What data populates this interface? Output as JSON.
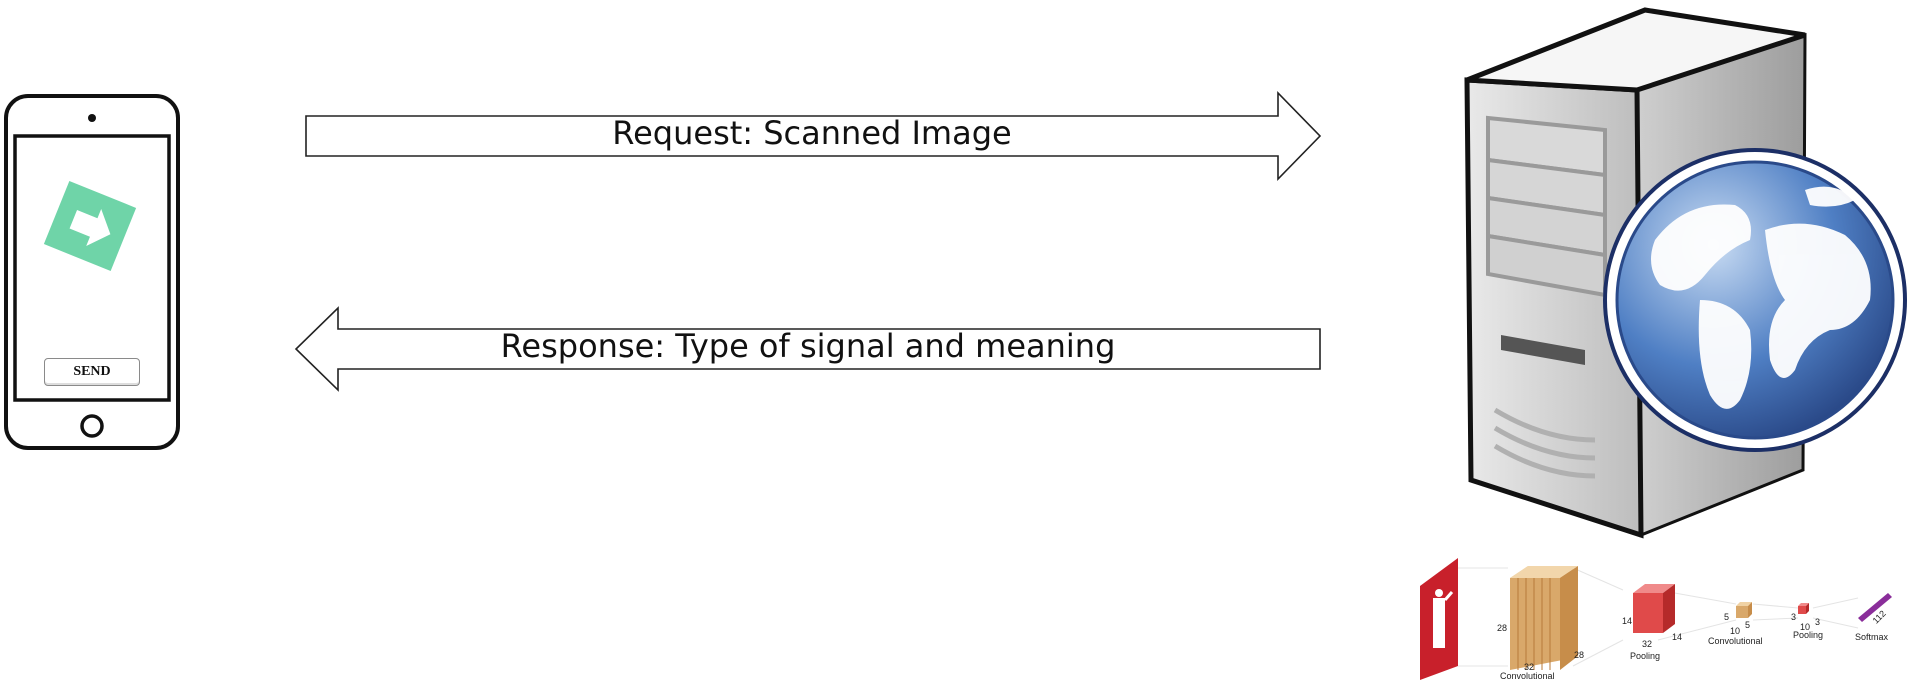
{
  "phone": {
    "send_label": "SEND",
    "icon": "exit-sign-arrow-icon",
    "icon_color": "#5fcf9f"
  },
  "arrows": {
    "request_label": "Request: Scanned Image",
    "response_label": "Response: Type of signal and meaning"
  },
  "server": {
    "icon": "web-server-globe-icon",
    "globe_color": "#3f6fb5"
  },
  "cnn": {
    "input_icon": "fire-extinguisher-sign-icon",
    "layers": [
      {
        "name": "Convolutional",
        "dims": [
          "28",
          "32",
          "28"
        ]
      },
      {
        "name": "Pooling",
        "dims": [
          "14",
          "32",
          "14"
        ]
      },
      {
        "name": "Convolutional",
        "dims": [
          "5",
          "10",
          "5"
        ]
      },
      {
        "name": "Pooling",
        "dims": [
          "3",
          "10",
          "3"
        ]
      },
      {
        "name": "Softmax",
        "dims": [
          "112"
        ]
      }
    ]
  }
}
